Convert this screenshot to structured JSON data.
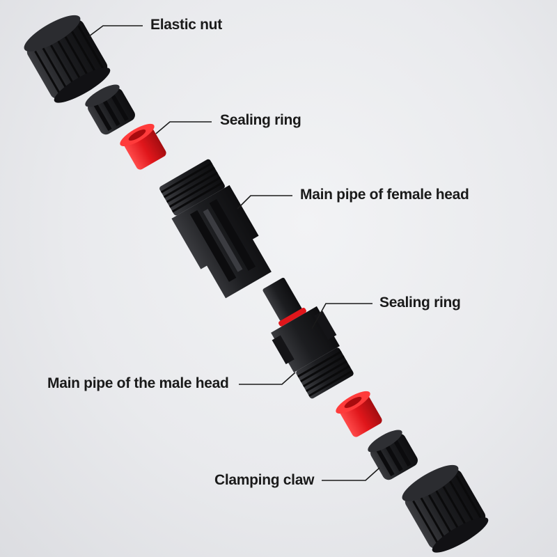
{
  "labels": {
    "elastic_nut": "Elastic nut",
    "sealing_ring_top": "Sealing ring",
    "female_head": "Main pipe of female head",
    "sealing_ring_mid": "Sealing ring",
    "male_head": "Main pipe of the male head",
    "clamping_claw": "Clamping claw"
  },
  "colors": {
    "part_black": "#1c1d20",
    "seal_red": "#e0161b",
    "label_text": "#1a1a1a"
  }
}
